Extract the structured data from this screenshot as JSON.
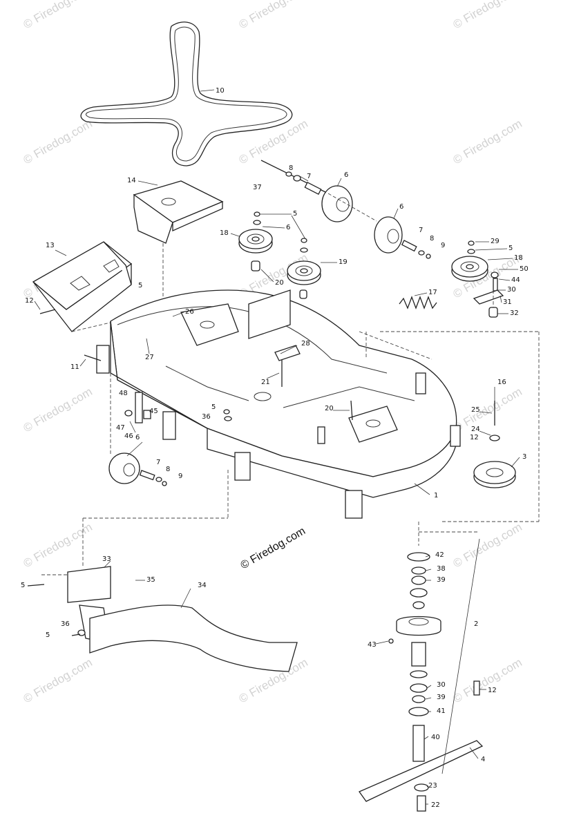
{
  "watermark": {
    "text": "© Firedog.com",
    "center_text": "© Firedog.com"
  },
  "callouts": {
    "c1": "1",
    "c2": "2",
    "c3": "3",
    "c4": "4",
    "c5a": "5",
    "c5b": "5",
    "c5c": "5",
    "c5d": "5",
    "c5e": "5",
    "c5f": "5",
    "c6a": "6",
    "c6b": "6",
    "c6c": "6",
    "c6d": "6",
    "c7a": "7",
    "c7b": "7",
    "c7c": "7",
    "c8a": "8",
    "c8b": "8",
    "c8c": "8",
    "c9a": "9",
    "c9b": "9",
    "c10": "10",
    "c11": "11",
    "c12a": "12",
    "c12b": "12",
    "c13": "13",
    "c14": "14",
    "c16": "16",
    "c17": "17",
    "c18a": "18",
    "c18b": "18",
    "c19": "19",
    "c20a": "20",
    "c20b": "20",
    "c21": "21",
    "c22": "22",
    "c23": "23",
    "c24": "24",
    "c25": "25",
    "c26": "26",
    "c27": "27",
    "c28": "28",
    "c29": "29",
    "c30a": "30",
    "c30b": "30",
    "c31": "31",
    "c32": "32",
    "c33": "33",
    "c34": "34",
    "c35": "35",
    "c36a": "36",
    "c36b": "36",
    "c37": "37",
    "c38": "38",
    "c39a": "39",
    "c39b": "39",
    "c40": "40",
    "c41": "41",
    "c42": "42",
    "c43": "43",
    "c44": "44",
    "c45": "45",
    "c46": "46",
    "c47": "47",
    "c48": "48",
    "c50": "50"
  }
}
